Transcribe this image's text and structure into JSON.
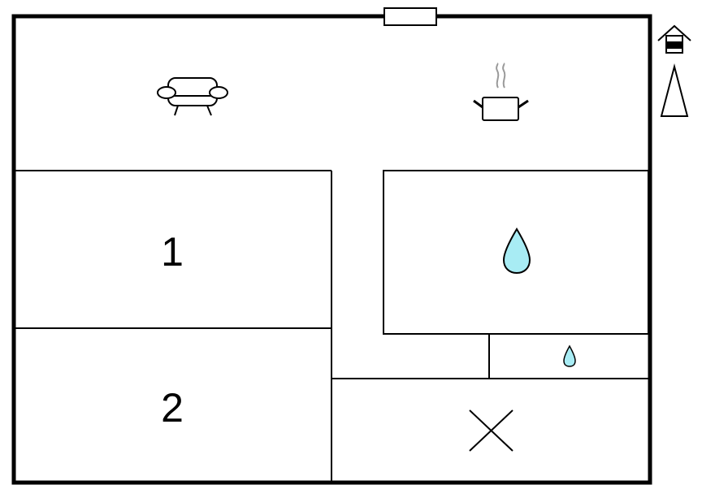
{
  "floorplan": {
    "rooms": [
      {
        "id": "living-room",
        "icon": "sofa-icon"
      },
      {
        "id": "kitchen",
        "icon": "cooking-pot-icon"
      },
      {
        "id": "bedroom-1",
        "label": "1"
      },
      {
        "id": "bedroom-2",
        "label": "2"
      },
      {
        "id": "bathroom",
        "icon": "water-drop-icon"
      },
      {
        "id": "toilet",
        "icon": "small-water-drop-icon"
      },
      {
        "id": "storage",
        "icon": "cross-icon"
      }
    ],
    "entrance_icon": "entrance-house-icon",
    "north_icon": "north-arrow-icon",
    "colors": {
      "wall": "#000000",
      "water": "#a8ecf4",
      "steam": "#9a9a9a"
    }
  }
}
